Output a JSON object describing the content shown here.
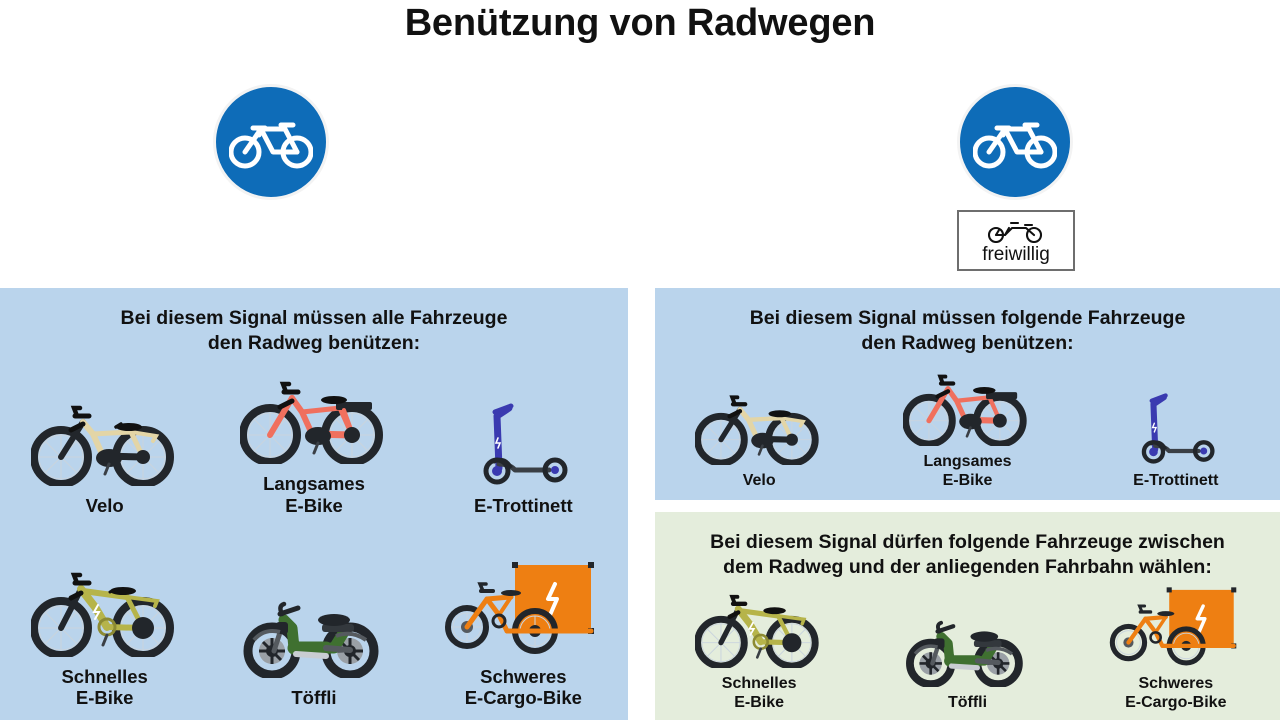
{
  "page": {
    "title": "Benützung von Radwegen",
    "background": "#ffffff"
  },
  "colors": {
    "sign_blue": "#0E6CB8",
    "panel_blue": "#BAD4EC",
    "panel_green": "#E4EDDC",
    "text": "#111111",
    "velo_frame": "#E3D5A6",
    "slow_ebike_frame": "#F0705E",
    "scooter_stem": "#3A3AB0",
    "fast_ebike_frame": "#B6B44A",
    "toeffli_frame": "#3F7030",
    "cargo_box": "#EE7F12"
  },
  "signs": {
    "left": {
      "name": "radweg-sign",
      "icon": "bicycle-icon",
      "plate": null
    },
    "right": {
      "name": "radweg-sign-freiwillig",
      "icon": "bicycle-icon",
      "plate": {
        "icon": "moped-icon",
        "label": "freiwillig"
      }
    }
  },
  "panels": {
    "left_blue": {
      "heading": "Bei diesem Signal müssen alle Fahrzeuge\nden Radweg benützen:",
      "heading_line1": "Bei diesem Signal müssen alle Fahrzeuge",
      "heading_line2": "den Radweg benützen:",
      "row1": [
        {
          "label": "Velo",
          "icon": "velo-icon"
        },
        {
          "label": "Langsames\nE-Bike",
          "icon": "slow-ebike-icon"
        },
        {
          "label": "E-Trottinett",
          "icon": "e-scooter-icon"
        }
      ],
      "row2": [
        {
          "label": "Schnelles\nE-Bike",
          "icon": "fast-ebike-icon"
        },
        {
          "label": "Töffli",
          "icon": "moped-icon"
        },
        {
          "label": "Schweres\nE-Cargo-Bike",
          "icon": "e-cargo-bike-icon"
        }
      ]
    },
    "right_blue": {
      "heading_line1": "Bei diesem Signal müssen folgende Fahrzeuge",
      "heading_line2": "den Radweg benützen:",
      "row1": [
        {
          "label": "Velo",
          "icon": "velo-icon"
        },
        {
          "label": "Langsames\nE-Bike",
          "icon": "slow-ebike-icon"
        },
        {
          "label": "E-Trottinett",
          "icon": "e-scooter-icon"
        }
      ]
    },
    "right_green": {
      "heading_line1": "Bei diesem Signal dürfen folgende Fahrzeuge zwischen",
      "heading_line2": "dem Radweg und der anliegenden Fahrbahn wählen:",
      "row1": [
        {
          "label": "Schnelles\nE-Bike",
          "icon": "fast-ebike-icon"
        },
        {
          "label": "Töffli",
          "icon": "moped-icon"
        },
        {
          "label": "Schweres\nE-Cargo-Bike",
          "icon": "e-cargo-bike-icon"
        }
      ]
    }
  }
}
